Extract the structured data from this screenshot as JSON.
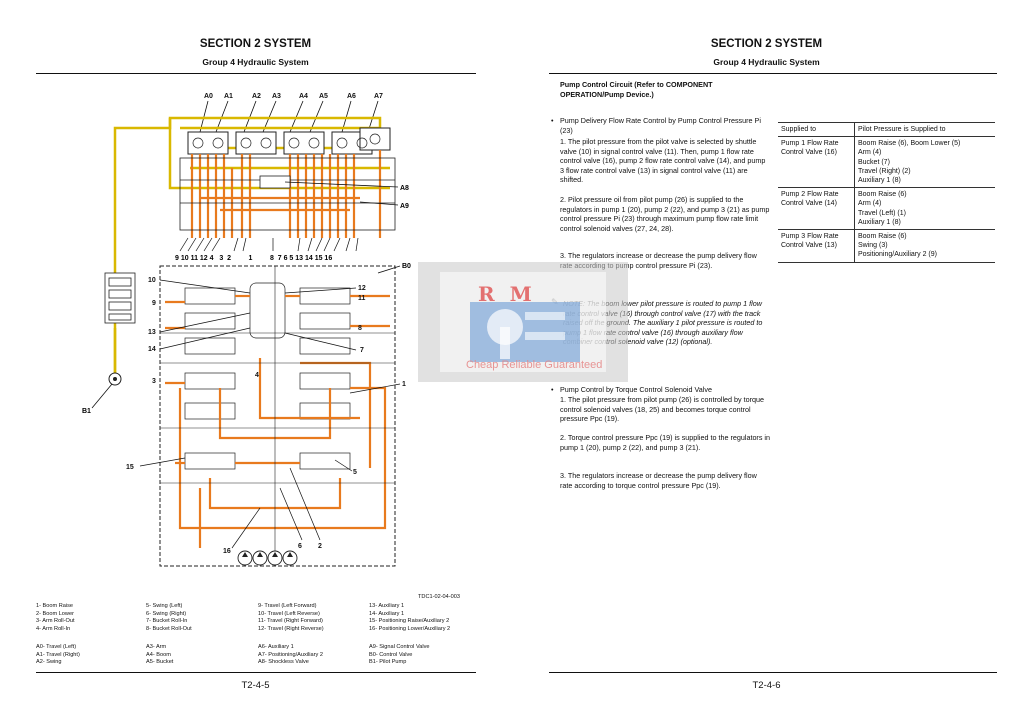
{
  "left_page": {
    "section_title": "SECTION 2 SYSTEM",
    "group_title": "Group 4 Hydraulic System",
    "figure_id": "TDC1-02-04-003",
    "page_number": "T2-4-5",
    "diagram_top_labels": [
      "A0",
      "A1",
      "A2",
      "A3",
      "A4",
      "A5",
      "A6",
      "A7"
    ],
    "diagram_bottom_numbers": "9 10 11 12 4   3  2         1         8  7 6 5 13 14 15 16",
    "diagram_labels": {
      "a8": "A8",
      "a9": "A9",
      "b0": "B0",
      "b1": "B1",
      "n10": "10",
      "n9": "9",
      "n13": "13",
      "n14": "14",
      "n3": "3",
      "n4": "4",
      "n15": "15",
      "n16": "16",
      "n6": "6",
      "n2": "2",
      "n5": "5",
      "n1": "1",
      "n12": "12",
      "n11": "11",
      "n8": "8",
      "n7": "7"
    },
    "legend_col1": [
      "1-    Boom Raise",
      "2-    Boom Lower",
      "3-    Arm Roll-Out",
      "4-    Arm Roll-In"
    ],
    "legend_col2": [
      "5-    Swing (Left)",
      "6-    Swing (Right)",
      "7-    Bucket Roll-In",
      "8-    Bucket Roll-Out"
    ],
    "legend_col3": [
      "9-    Travel (Left Forward)",
      "10-  Travel (Left Reverse)",
      "11-  Travel (Right Forward)",
      "12-  Travel (Right Reverse)"
    ],
    "legend_col4": [
      "13-  Auxiliary 1",
      "14-  Auxiliary 1",
      "15-  Positioning Raise/Auxiliary 2",
      "16-  Positioning Lower/Auxiliary 2"
    ],
    "legend2_col1": [
      "A0-  Travel (Left)",
      "A1-  Travel (Right)",
      "A2-  Swing"
    ],
    "legend2_col2": [
      "A3-  Arm",
      "A4-  Boom",
      "A5-  Bucket"
    ],
    "legend2_col3": [
      "A6-  Auxiliary 1",
      "A7-  Positioning/Auxiliary 2",
      "A8-  Shockless Valve"
    ],
    "legend2_col4": [
      "A9-  Signal Control Valve",
      "B0-  Control Valve",
      "B1-  Pilot Pump"
    ]
  },
  "right_page": {
    "section_title": "SECTION 2 SYSTEM",
    "group_title": "Group 4 Hydraulic System",
    "page_number": "T2-4-6",
    "heading": "Pump Control Circuit (Refer to COMPONENT OPERATION/Pump Device.)",
    "bullet1_title": "Pump Delivery Flow Rate Control by Pump Control Pressure Pi (23)",
    "bullet1_items": [
      "1.  The pilot pressure from the pilot valve is selected by shuttle valve (10) in signal control valve (11). Then, pump 1 flow rate control valve (16), pump 2 flow rate control valve (14), and pump 3 flow rate control valve (13) in signal control valve (11) are shifted.",
      "2.  Pilot pressure oil from pilot pump (26) is supplied to the regulators in pump 1 (20), pump 2 (22), and pump 3 (21) as pump control pressure Pi (23) through maximum pump flow rate limit control solenoid valves (27, 24, 28).",
      "3.  The regulators increase or decrease the pump delivery flow rate according to pump control pressure Pi (23)."
    ],
    "note": "NOTE:    The boom lower pilot pressure is routed to pump 1 flow rate control valve (16) through control valve (17) with the track raised off the ground. The auxiliary 1 pilot pressure is routed to pump 1 flow rate control valve (16) through auxiliary flow combiner control solenoid valve (12) (optional).",
    "bullet2_title": "Pump Control by Torque Control Solenoid Valve",
    "bullet2_items": [
      "1.  The pilot pressure from pilot pump (26) is controlled by torque control solenoid valves (18, 25) and becomes torque control pressure Ppc (19).",
      "2.  Torque control pressure Ppc (19) is supplied to the regulators in pump 1 (20), pump 2 (22), and pump 3 (21).",
      "3.  The regulators increase or decrease the pump delivery flow rate according to torque control pressure Ppc (19)."
    ],
    "table": {
      "header": [
        "Supplied to",
        "Pilot Pressure is Supplied to"
      ],
      "rows": [
        {
          "to": "Pump 1 Flow Rate Control Valve (16)",
          "from": [
            "Boom Raise (6), Boom Lower (5)",
            "Arm (4)",
            "Bucket (7)",
            "Travel (Right) (2)",
            "Auxiliary 1 (8)"
          ]
        },
        {
          "to": "Pump 2 Flow Rate Control Valve (14)",
          "from": [
            "Boom Raise (6)",
            "Arm (4)",
            "Travel (Left) (1)",
            "Auxiliary 1 (8)"
          ]
        },
        {
          "to": "Pump 3 Flow Rate Control Valve (13)",
          "from": [
            "Boom Raise (6)",
            "Swing (3)",
            "Positioning/Auxiliary 2 (9)"
          ]
        }
      ]
    }
  },
  "watermark": {
    "logo_text": "R M",
    "tagline": "Cheap Reliable Guaranteed"
  },
  "colors": {
    "pilot_line": "#d9b800",
    "pressure_line": "#e87a1e",
    "dark_line": "#222222"
  }
}
